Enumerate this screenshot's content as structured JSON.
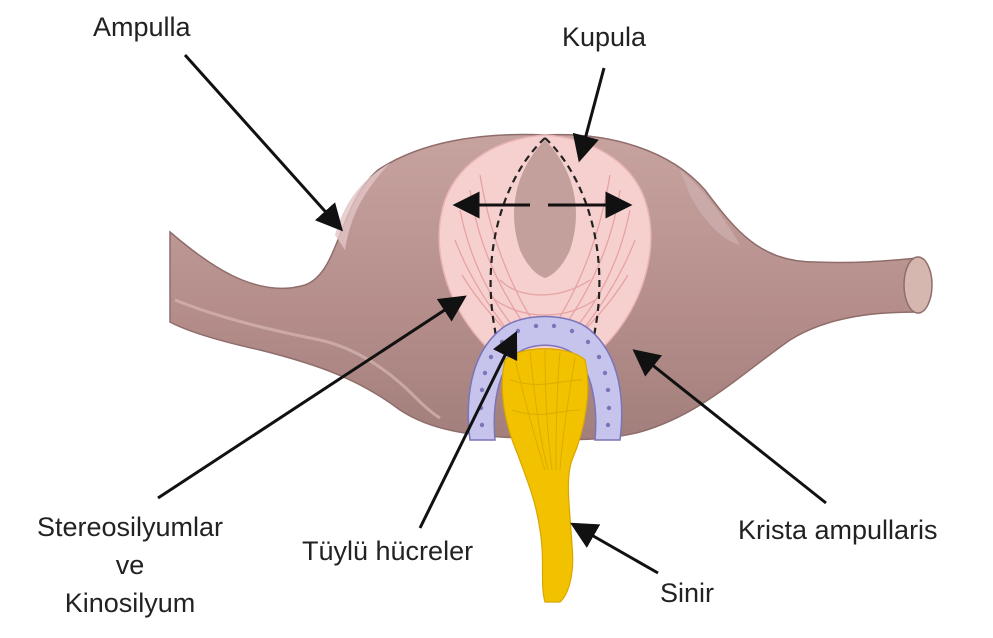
{
  "labels": {
    "ampulla": "Ampulla",
    "kupula": "Kupula",
    "stereo_line1": "Stereosilyumlar",
    "stereo_line2": "ve",
    "stereo_line3": "Kinosilyum",
    "tuylu": "Tüylü hücreler",
    "krista": "Krista ampullaris",
    "sinir": "Sinir"
  },
  "colors": {
    "ampulla_wall": "#b99390",
    "ampulla_shadow": "#9e7a78",
    "ampulla_highlight": "#d9bcc0",
    "cupula": "#f6d0cf",
    "cupula_fiber": "#e59a9b",
    "hair_cells": "#c6c4ec",
    "hair_cell_outline": "#7a74b8",
    "nerve": "#f2c200",
    "nerve_dark": "#d9a600",
    "arrow": "#111111",
    "text": "#222222"
  }
}
